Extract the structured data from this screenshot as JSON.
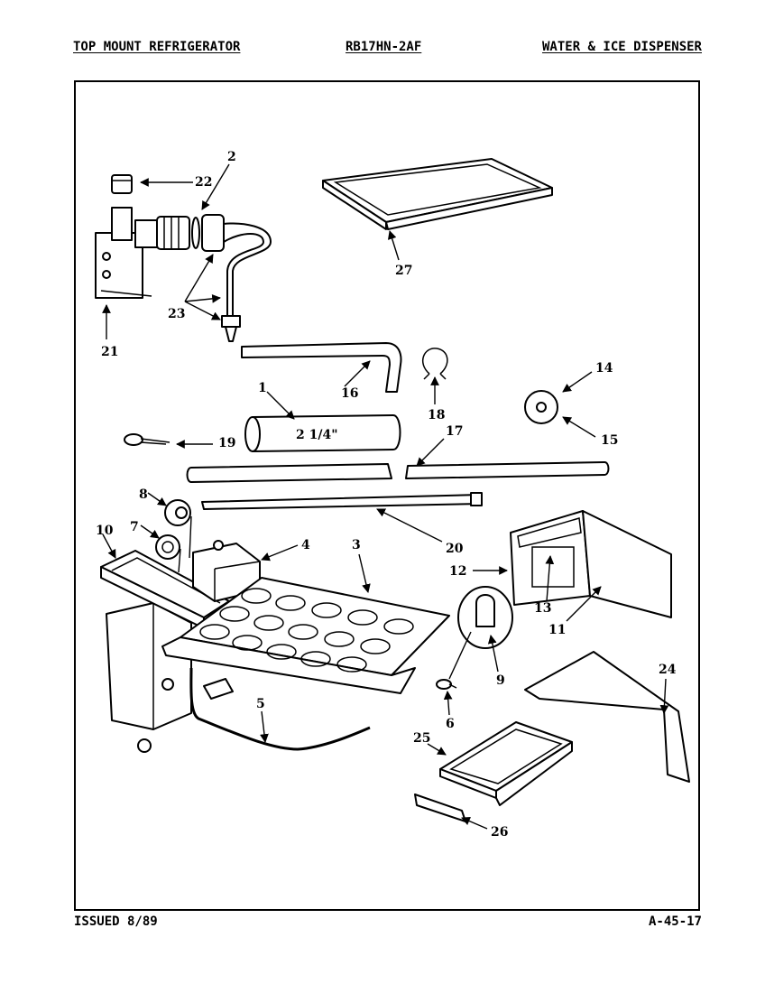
{
  "header": {
    "left": "TOP MOUNT REFRIGERATOR",
    "center": "RB17HN-2AF",
    "right": "WATER & ICE DISPENSER"
  },
  "footer": {
    "left": "ISSUED 8/89",
    "right": "A-45-17"
  },
  "callouts": {
    "c1": "1",
    "c2": "2",
    "c3": "3",
    "c4": "4",
    "c5": "5",
    "c6": "6",
    "c7": "7",
    "c8": "8",
    "c9": "9",
    "c10": "10",
    "c11": "11",
    "c12": "12",
    "c13": "13",
    "c14": "14",
    "c15": "15",
    "c16": "16",
    "c17": "17",
    "c18": "18",
    "c19": "19",
    "c20": "20",
    "c21": "21",
    "c22": "22",
    "c23": "23",
    "c24": "24",
    "c25": "25",
    "c26": "26",
    "c27": "27"
  },
  "tube_size": "2 1/4\""
}
